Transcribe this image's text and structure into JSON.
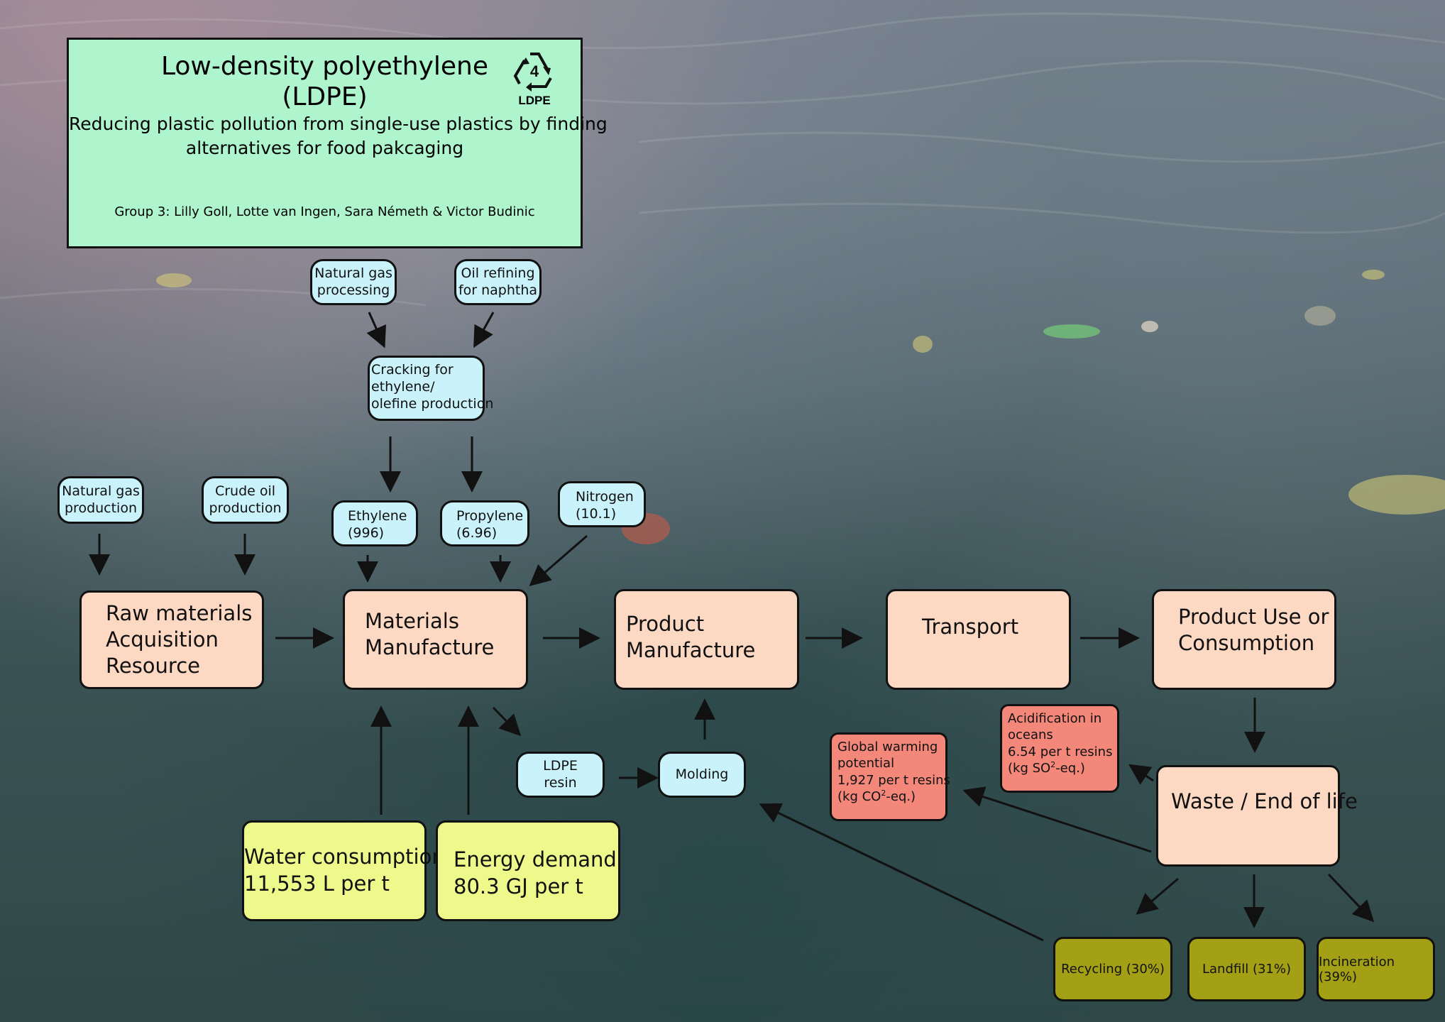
{
  "title": {
    "line1": "Low-density polyethylene",
    "line2": "(LDPE)",
    "subtitle_line1": "Reducing plastic pollution from single-use plastics by finding",
    "subtitle_line2": "alternatives for food pakcaging",
    "group": "Group 3: Lilly Goll, Lotte van Ingen, Sara Németh & Victor Budinic"
  },
  "recycling_symbol": {
    "number": "4",
    "code": "LDPE",
    "icon": "recycling-arrows-icon"
  },
  "inputs": {
    "natural_gas_processing": [
      "Natural gas",
      "processing"
    ],
    "oil_refining": [
      "Oil refining",
      "for naphtha"
    ],
    "cracking": [
      "Cracking for",
      "ethylene/",
      "olefine production"
    ],
    "natural_gas_production": [
      "Natural gas",
      "production"
    ],
    "crude_oil_production": [
      "Crude oil",
      "production"
    ],
    "ethylene": [
      "Ethylene",
      "(996)"
    ],
    "propylene": [
      "Propylene",
      "(6.96)"
    ],
    "nitrogen": [
      "Nitrogen",
      "(10.1)"
    ],
    "ldpe_resin": "LDPE resin",
    "molding": "Molding"
  },
  "stages": {
    "raw_materials": [
      "Raw materials",
      "Acquisition",
      "Resource"
    ],
    "materials_manufacture": [
      "Materials",
      "Manufacture"
    ],
    "product_manufacture": [
      "Product",
      "Manufacture"
    ],
    "transport": "Transport",
    "product_use": [
      "Product Use or",
      "Consumption"
    ],
    "waste": "Waste / End of life"
  },
  "resources": {
    "water": [
      "Water consumption",
      "11,553 L per t"
    ],
    "energy": [
      "Energy demand",
      "80.3 GJ per t"
    ]
  },
  "impacts": {
    "acidification": [
      "Acidification in",
      "oceans",
      "6.54 per t resins"
    ],
    "acidification_unit": {
      "pre": "(kg SO",
      "sup": "2",
      "post": "-eq.)"
    },
    "global_warming": [
      "Global warming",
      "potential",
      "1,927 per t resins"
    ],
    "global_warming_unit": {
      "pre": "(kg CO",
      "sup": "2",
      "post": "-eq.)"
    }
  },
  "end_of_life": {
    "recycling": "Recycling (30%)",
    "landfill": "Landfill (31%)",
    "incineration": "Incineration (39%)"
  },
  "colors": {
    "title_box": "#aef4cc",
    "input_box": "#c9f2fb",
    "stage_box": "#fdd9c4",
    "resource_box": "#edf98a",
    "impact_box": "#f3877a",
    "end_of_life_box": "#a3a015"
  }
}
